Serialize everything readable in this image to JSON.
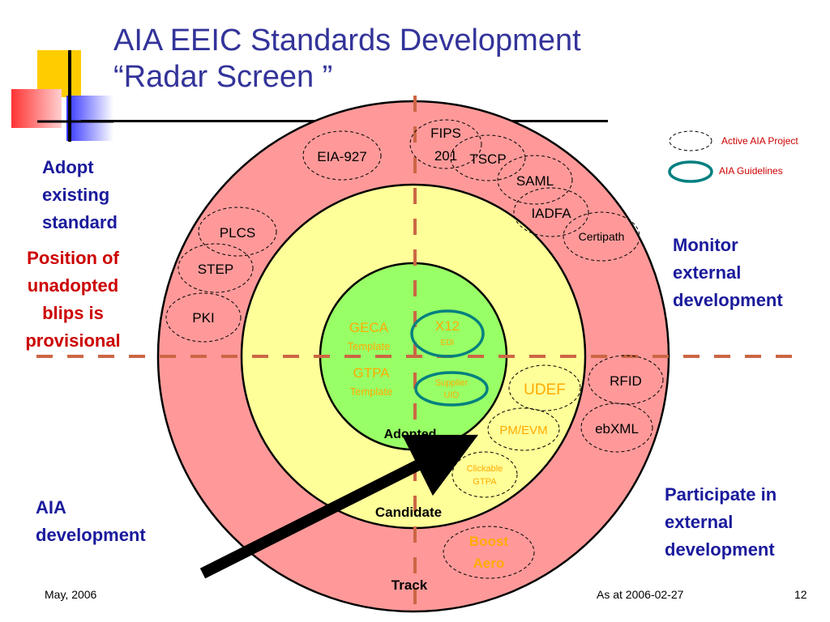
{
  "slide": {
    "title_line1": "AIA EEIC Standards Development",
    "title_line2": "“Radar Screen ”",
    "footer_date": "May, 2006",
    "footer_asof": "As at 2006-02-27",
    "page_number": "12"
  },
  "quadrant_labels": {
    "adopt_existing": [
      "Adopt",
      "existing",
      "standard"
    ],
    "monitor_external": [
      "Monitor",
      "external",
      "development"
    ],
    "aia_development": [
      "AIA",
      "development"
    ],
    "participate_external": [
      "Participate in",
      "external",
      "development"
    ]
  },
  "note": [
    "Position of",
    "unadopted",
    "blips is",
    "provisional"
  ],
  "rings": {
    "adopted": "Adopted",
    "candidate": "Candidate",
    "track": "Track"
  },
  "legend": {
    "active_project": "Active AIA Project",
    "guidelines": "AIA Guidelines"
  },
  "blips": {
    "fips_201": [
      "FIPS",
      "201"
    ],
    "tscp": "TSCP",
    "eia_927": "EIA-927",
    "saml": "SAML",
    "iadfa": "IADFA",
    "certipath": "Certipath",
    "plcs": "PLCS",
    "step": "STEP",
    "pki": "PKI",
    "rfid": "RFID",
    "ebxml": "ebXML",
    "udef": "UDEF",
    "pm_evm": "PM/EVM",
    "clickable_gtpa": [
      "Clickable",
      "GTPA"
    ],
    "boost_aero": [
      "Boost",
      "Aero"
    ],
    "geca": "GECA",
    "geca_sub": "Template",
    "gtpa": "GTPA",
    "gtpa_sub": "Template",
    "x12": "X12",
    "x12_sub": "EDI",
    "supplier_uid": [
      "Supplier",
      "UID"
    ]
  },
  "colors": {
    "title": "#33339a",
    "outer_ring": "#ff9999",
    "middle_ring": "#ffff99",
    "inner_ring": "#99ff66",
    "axis": "#cc6644",
    "guideline_ring": "#008080",
    "label_blue": "#1a1a9c",
    "label_red": "#cc0000",
    "orange_text": "#ffaa00"
  }
}
